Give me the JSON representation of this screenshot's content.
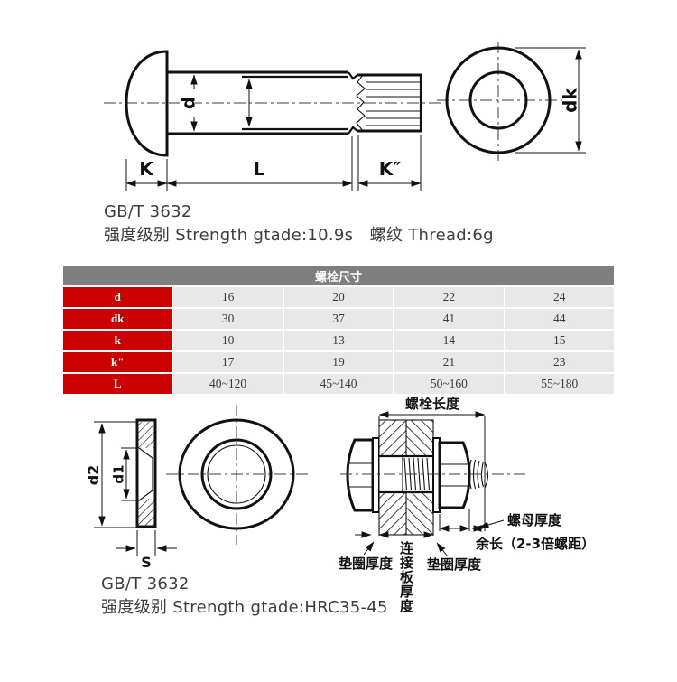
{
  "spec_top": {
    "line1": "GB/T 3632",
    "line2": "强度级别 Strength gtade:10.9s　螺纹 Thread:6g"
  },
  "spec_bottom": {
    "line1": "GB/T 3632",
    "line2": "强度级别 Strength gtade:HRC35-45"
  },
  "top_drawing": {
    "labels": {
      "d": "d",
      "K": "K",
      "L": "L",
      "K2": "K″",
      "dk": "dk"
    }
  },
  "bottom_drawing": {
    "labels": {
      "d2": "d2",
      "d1": "d1",
      "S": "S",
      "bolt_length": "螺栓长度",
      "nut_thickness": "螺母厚度",
      "surplus_length": "余长（2-3倍螺距）",
      "washer_thickness_left": "垫圈厚度",
      "washer_thickness_right": "垫圈厚度",
      "plate_thickness": "连接板厚度"
    }
  },
  "table": {
    "header": "螺栓尺寸",
    "rows": [
      {
        "label": "d",
        "values": [
          "16",
          "20",
          "22",
          "24"
        ]
      },
      {
        "label": "dk",
        "values": [
          "30",
          "37",
          "41",
          "44"
        ]
      },
      {
        "label": "k",
        "values": [
          "10",
          "13",
          "14",
          "15"
        ]
      },
      {
        "label": "k\"",
        "values": [
          "17",
          "19",
          "21",
          "23"
        ]
      },
      {
        "label": "L",
        "values": [
          "40~120",
          "45~140",
          "50~160",
          "55~180"
        ]
      }
    ]
  },
  "colors": {
    "table_header_bg": "#7f7f7f",
    "table_label_bg": "#cc0000",
    "table_cell_bg": "#e8e8e8",
    "line_color": "#111111",
    "text_color": "#3d3d3d"
  }
}
